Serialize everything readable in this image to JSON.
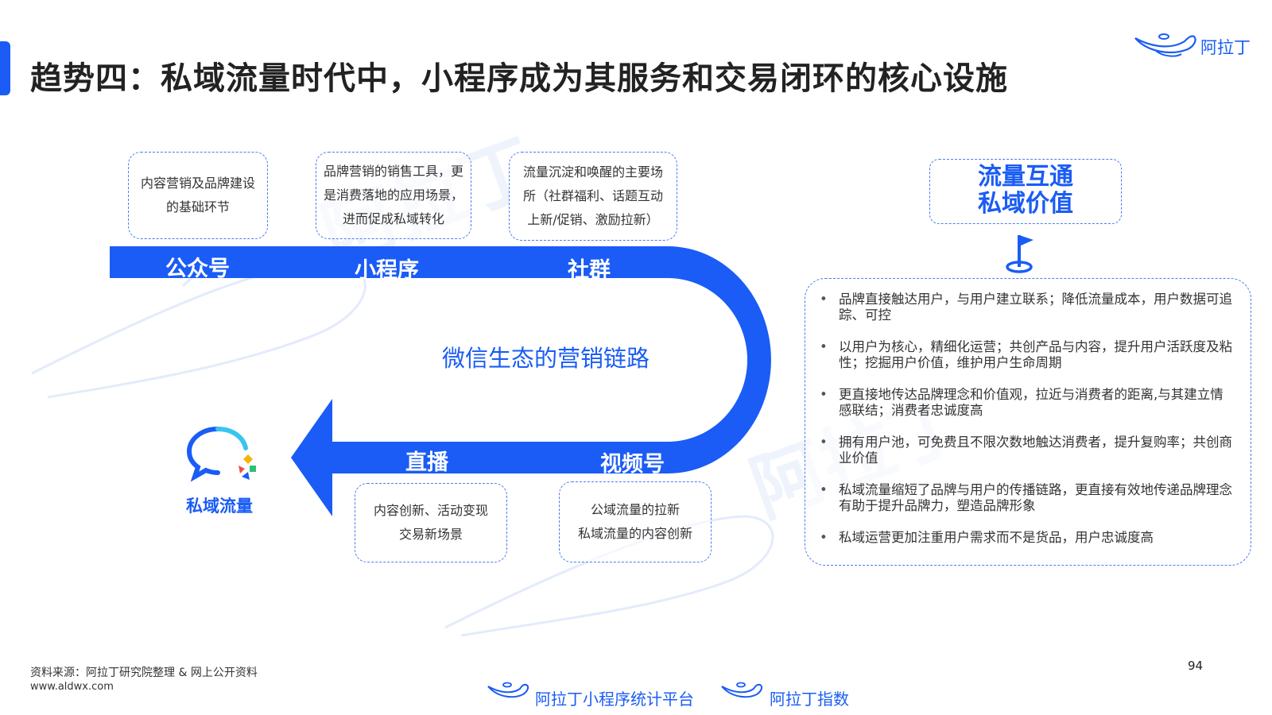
{
  "title": "趋势四：私域流量时代中，小程序成为其服务和交易闭环的核心设施",
  "brand": {
    "logo_text": "阿拉丁",
    "accent": "#1a5cf5"
  },
  "top_boxes": [
    {
      "lines": [
        "内容营销及品牌建设",
        "的基础环节"
      ]
    },
    {
      "lines": [
        "品牌营销的销售工具，更",
        "是消费落地的应用场景，",
        "进而促成私域转化"
      ]
    },
    {
      "lines": [
        "流量沉淀和唤醒的主要场",
        "所（社群福利、话题互动",
        "上新/促销、激励拉新）"
      ]
    }
  ],
  "road_labels": {
    "top": [
      "公众号",
      "小程序",
      "社群"
    ],
    "bottom": [
      "直播",
      "视频号"
    ]
  },
  "center_label": "微信生态的营销链路",
  "bottom_boxes": [
    {
      "lines": [
        "内容创新、活动变现",
        "交易新场景"
      ]
    },
    {
      "lines": [
        "公域流量的拉新",
        "私域流量的内容创新"
      ]
    }
  ],
  "private_traffic_label": "私域流量",
  "headline_box": {
    "line1": "流量互通",
    "line2": "私域价值"
  },
  "bullets": [
    "品牌直接触达用户，与用户建立联系；降低流量成本，用户数据可追踪、可控",
    "以用户为核心，精细化运营；共创产品与内容，提升用户活跃度及粘性；挖掘用户价值，维护用户生命周期",
    "更直接地传达品牌理念和价值观，拉近与消费者的距离,与其建立情感联结；消费者忠诚度高",
    "拥有用户池，可免费且不限次数地触达消费者，提升复购率；共创商业价值",
    "私域流量缩短了品牌与用户的传播链路，更直接有效地传递品牌理念有助于提升品牌力，塑造品牌形象",
    "私域运营更加注重用户需求而不是货品，用户忠诚度高"
  ],
  "footer": {
    "source": "资料来源：阿拉丁研究院整理 & 网上公开资料",
    "url": "www.aldwx.com",
    "page": "94",
    "logo1_text": "阿拉丁小程序统计平台",
    "logo2_text": "阿拉丁指数"
  }
}
